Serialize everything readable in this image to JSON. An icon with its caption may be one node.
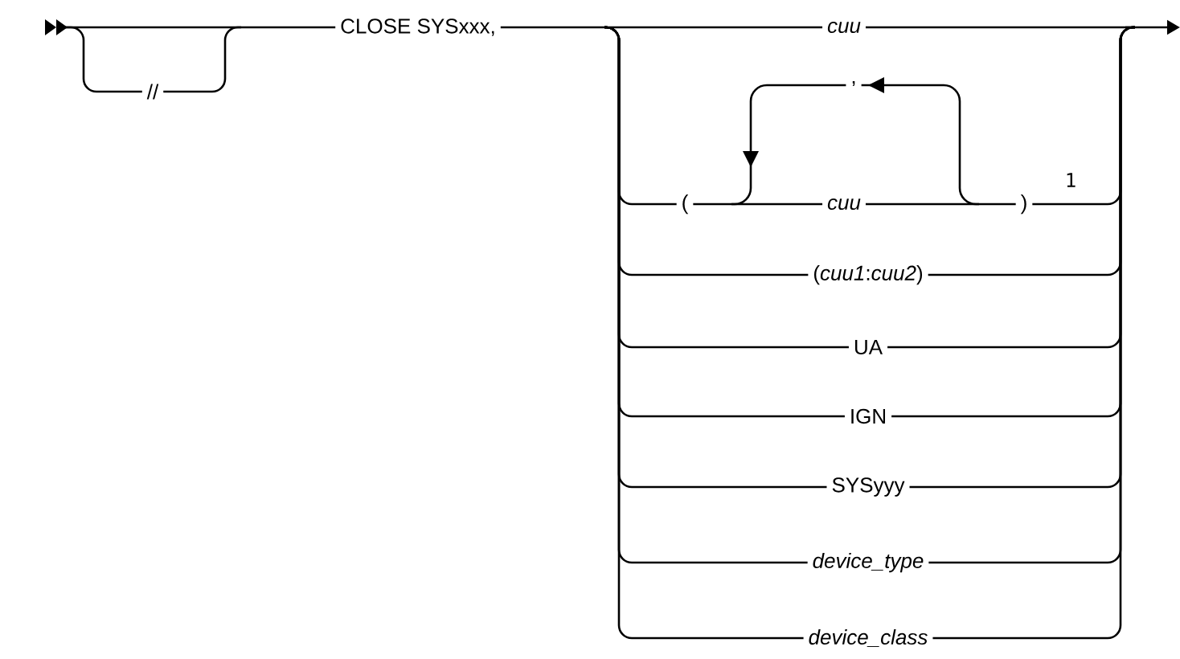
{
  "diagram": {
    "labels": [
      "CLOSE SYSxxx,",
      "cuu",
      "//",
      ",",
      "(",
      "cuu",
      ")",
      "1",
      "(*cuu1*:*cuu2*)",
      "UA",
      "IGN",
      "SYSyyy",
      "device_type",
      "device_class"
    ]
  }
}
